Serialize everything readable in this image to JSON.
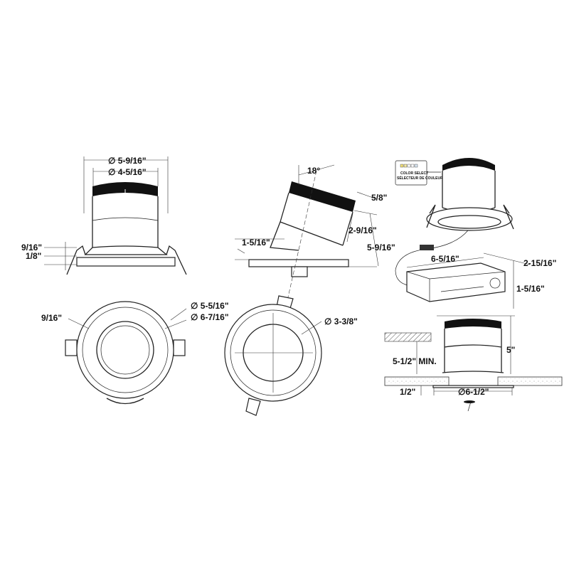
{
  "front_view": {
    "dia_outer": "∅ 5-9/16\"",
    "dia_inner": "∅ 4-5/16\"",
    "flange_height": "9/16\"",
    "flange_thickness": "1/8\""
  },
  "tilt_view": {
    "angle": "18°",
    "band": "5/8\"",
    "depth_tilted": "2-9/16\"",
    "height": "5-9/16\"",
    "below_ceiling": "1-5/16\""
  },
  "bottom_view": {
    "flange_width": "9/16\"",
    "dia_cutout": "∅ 5-5/16\"",
    "dia_trim": "∅ 6-7/16\""
  },
  "bottom_tilt_view": {
    "dia_aperture": "∅ 3-3/8\""
  },
  "iso_view": {
    "color_select_en": "COLOR SELECT",
    "color_select_fr": "SÉLECTEUR DE COULEUR",
    "box_length": "6-5/16\"",
    "box_width": "2-15/16\"",
    "box_height": "1-5/16\""
  },
  "install_view": {
    "clearance": "5-1/2\" MIN.",
    "height": "5\"",
    "ceiling_thickness": "1/2\"",
    "dia_cutout": "∅6-1/2\""
  },
  "colors": {
    "line": "#222222",
    "swatches": [
      "#f3e27a",
      "#f6e9a2",
      "#ffffff",
      "#ffffff",
      "#dbe8f4"
    ]
  }
}
